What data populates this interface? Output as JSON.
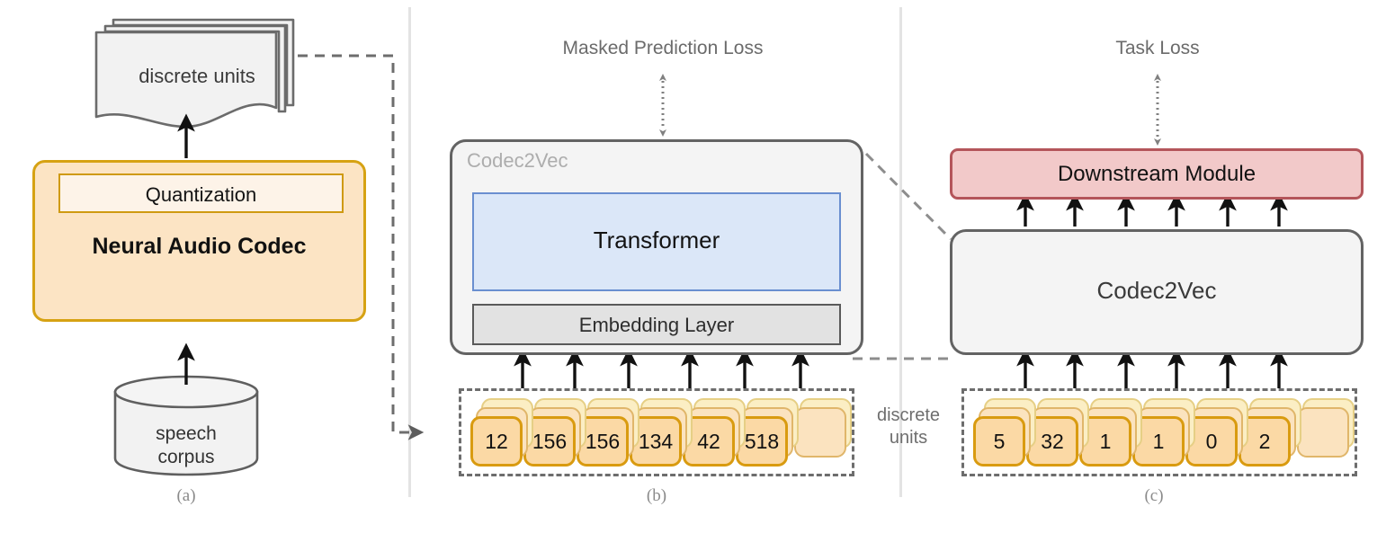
{
  "figure": {
    "panels": [
      {
        "caption": "(a)",
        "nodes": {
          "discrete_units_doc": "discrete units",
          "quantization": "Quantization",
          "neural_audio_codec": "Neural Audio Codec",
          "speech_corpus_line1": "speech",
          "speech_corpus_line2": "corpus"
        }
      },
      {
        "caption": "(b)",
        "loss_label": "Masked Prediction Loss",
        "nodes": {
          "container_tag": "Codec2Vec",
          "transformer": "Transformer",
          "embedding_layer": "Embedding Layer"
        },
        "tokens": [
          "12",
          "156",
          "156",
          "134",
          "42",
          "518"
        ]
      },
      {
        "caption": "(c)",
        "loss_label": "Task Loss",
        "nodes": {
          "downstream_module": "Downstream Module",
          "codec2vec": "Codec2Vec"
        },
        "tokens": [
          "5",
          "32",
          "1",
          "1",
          "0",
          "2"
        ]
      }
    ],
    "shared_labels": {
      "discrete_units_line1": "discrete",
      "discrete_units_line2": "units"
    },
    "colors": {
      "codec_fill": "#fce4c4",
      "codec_border": "#d6a213",
      "quantization_fill": "#fdf3e8",
      "quantization_border": "#cf9a12",
      "transformer_fill": "#dbe7f8",
      "transformer_border": "#6a8fd0",
      "embedding_fill": "#e2e2e2",
      "embedding_border": "#5a5a5a",
      "container_fill": "#f4f4f4",
      "container_border": "#636363",
      "downstream_fill": "#f2c9c9",
      "downstream_border": "#b4555a",
      "token_fill": "#fbd9a5",
      "token_border": "#d99b10",
      "document_fill": "#f2f2f2",
      "document_border": "#6b6b6b",
      "divider": "#e3e3e3",
      "dashed_connector": "#6d6d6d",
      "loss_text": "#6b6b6b"
    }
  }
}
